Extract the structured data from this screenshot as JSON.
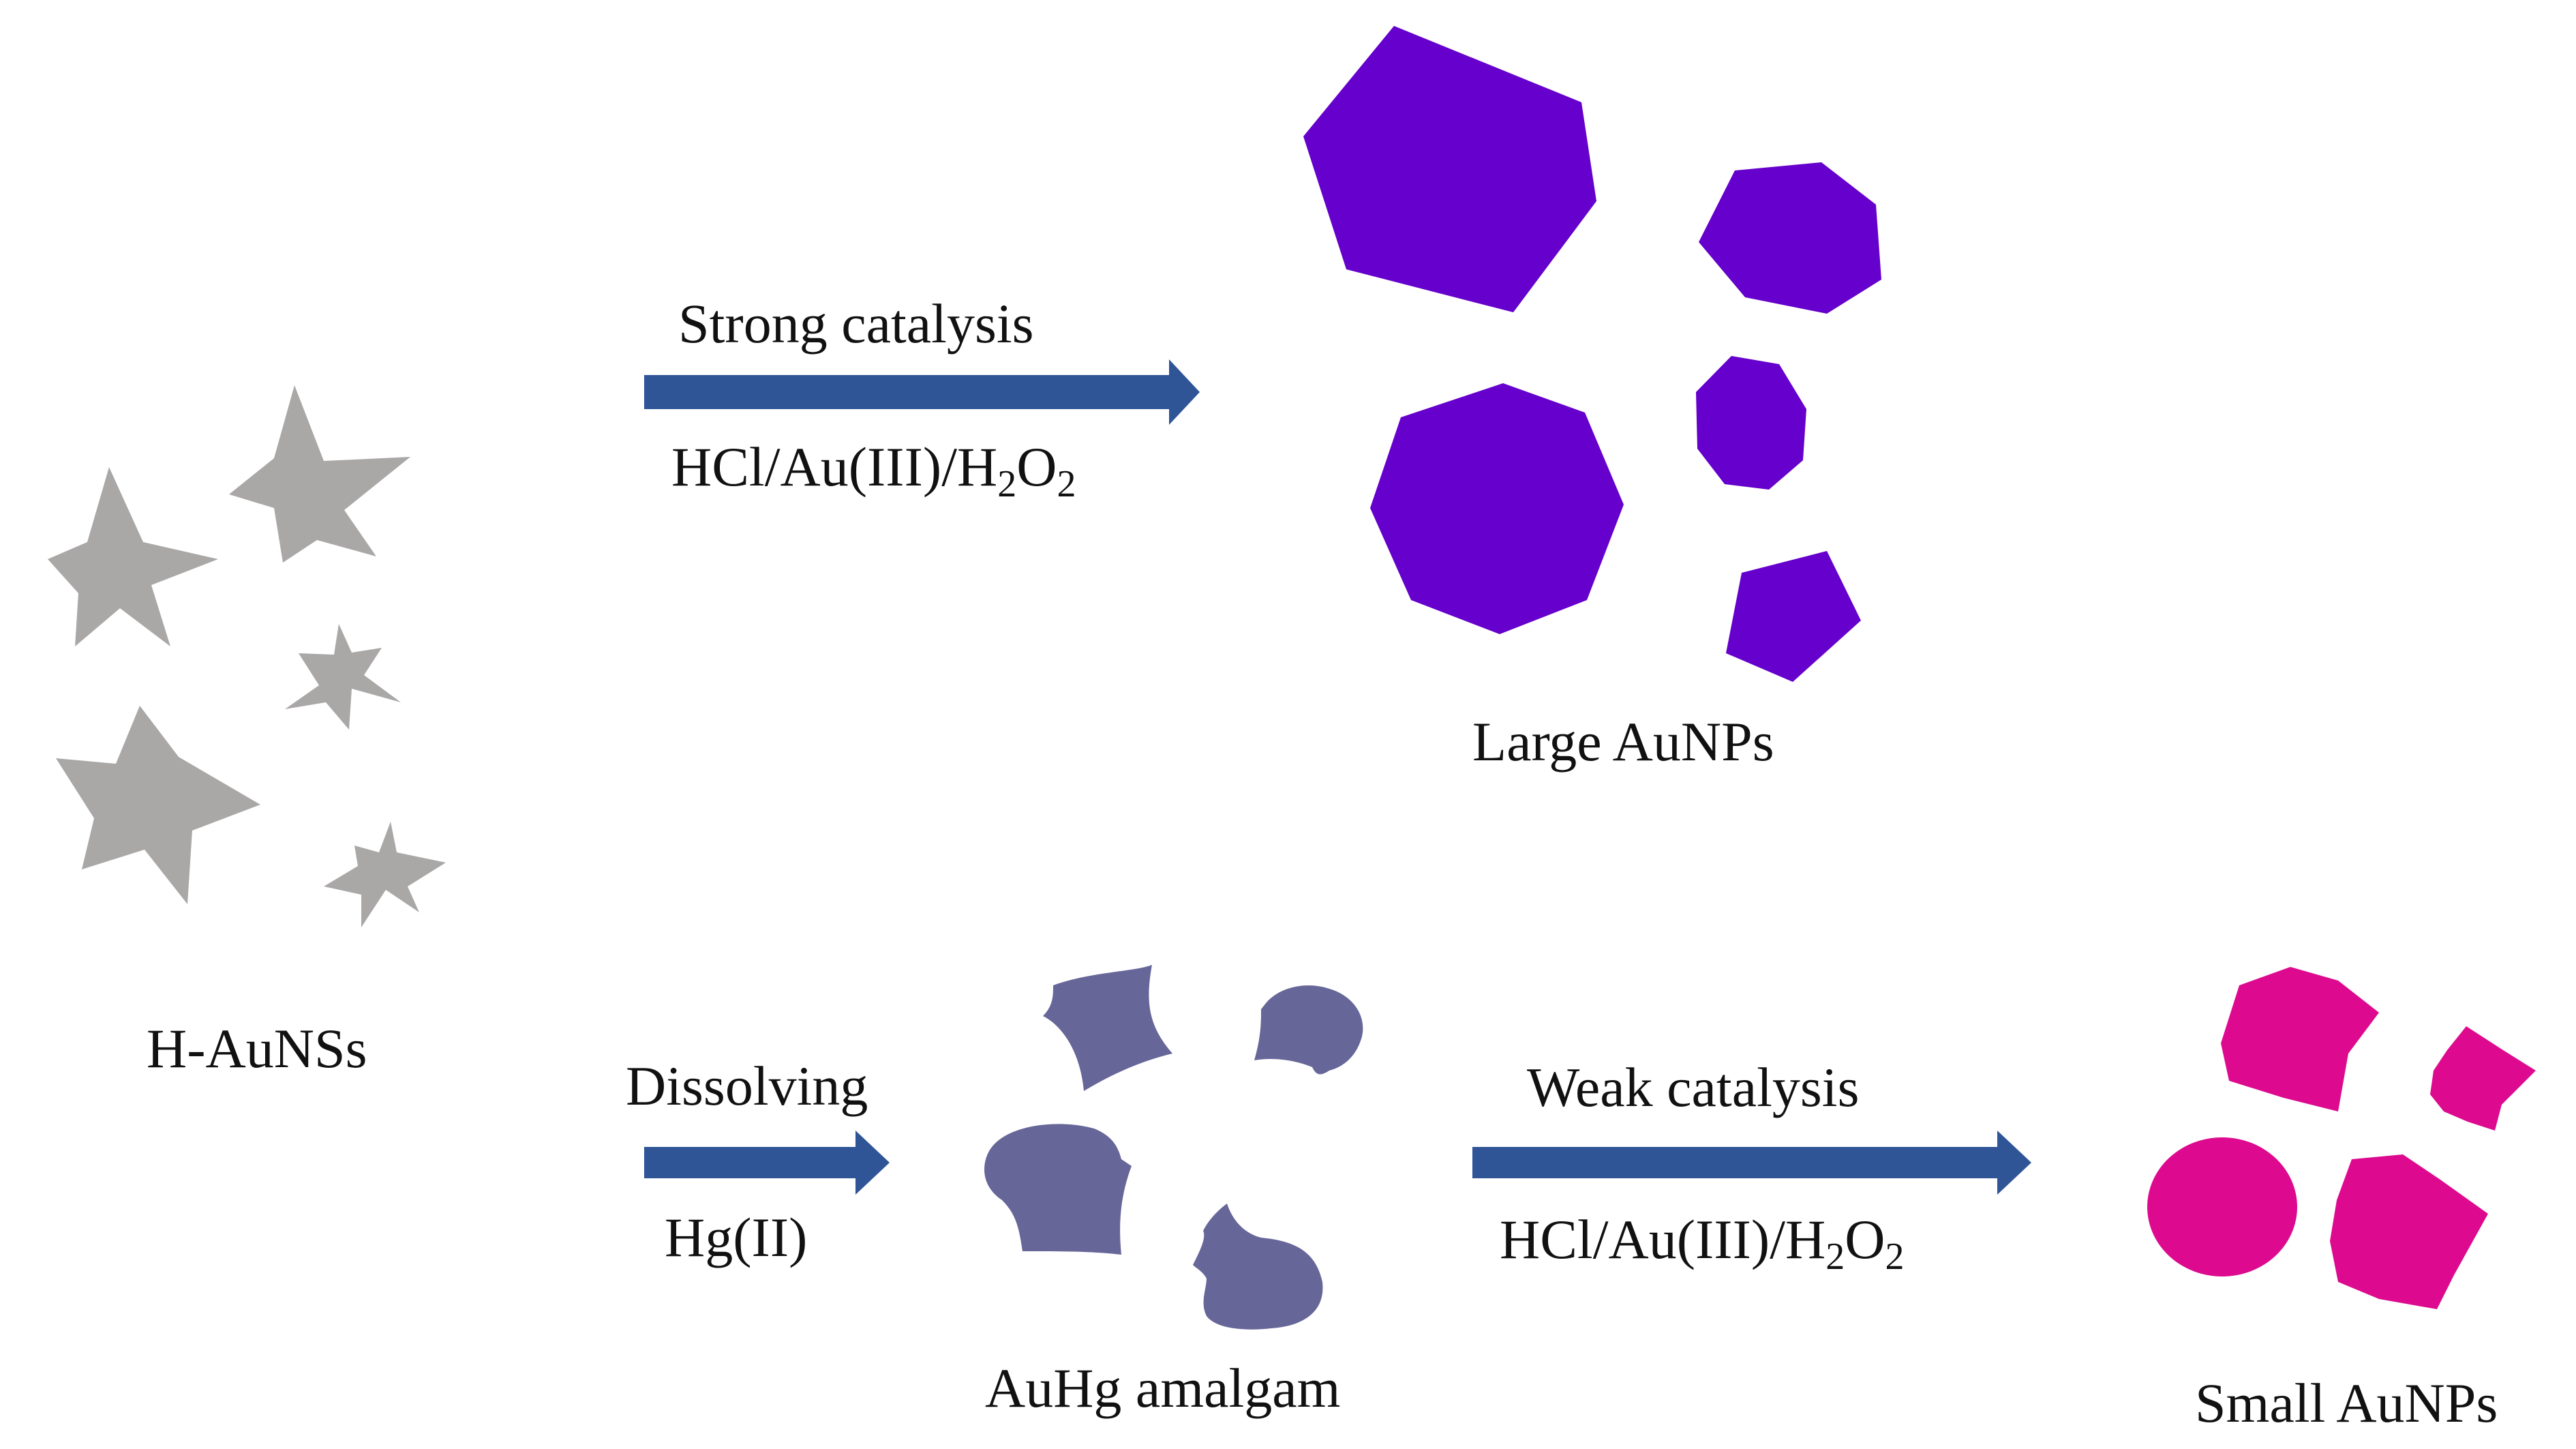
{
  "colors": {
    "background": "#ffffff",
    "star_gray": "#aaa7a7",
    "arrow_blue": "#2f5597",
    "large_purple": "#6600cc",
    "amalgam_slate": "#676699",
    "small_magenta": "#dd0a8f"
  },
  "reactants": {
    "label": "H-AuNSs"
  },
  "strong_path": {
    "condition_top": "Strong catalysis",
    "condition_bottom": {
      "base": "HCl/Au(III)/H",
      "sub1": "2",
      "mid": "O",
      "sub2": "2"
    },
    "product_label": "Large AuNPs"
  },
  "dissolve_path": {
    "condition_top": "Dissolving",
    "condition_bottom": "Hg(II)",
    "product_label": "AuHg amalgam"
  },
  "weak_path": {
    "condition_top": "Weak catalysis",
    "condition_bottom": {
      "base": "HCl/Au(III)/H",
      "sub1": "2",
      "mid": "O",
      "sub2": "2"
    },
    "product_label": "Small AuNPs"
  }
}
